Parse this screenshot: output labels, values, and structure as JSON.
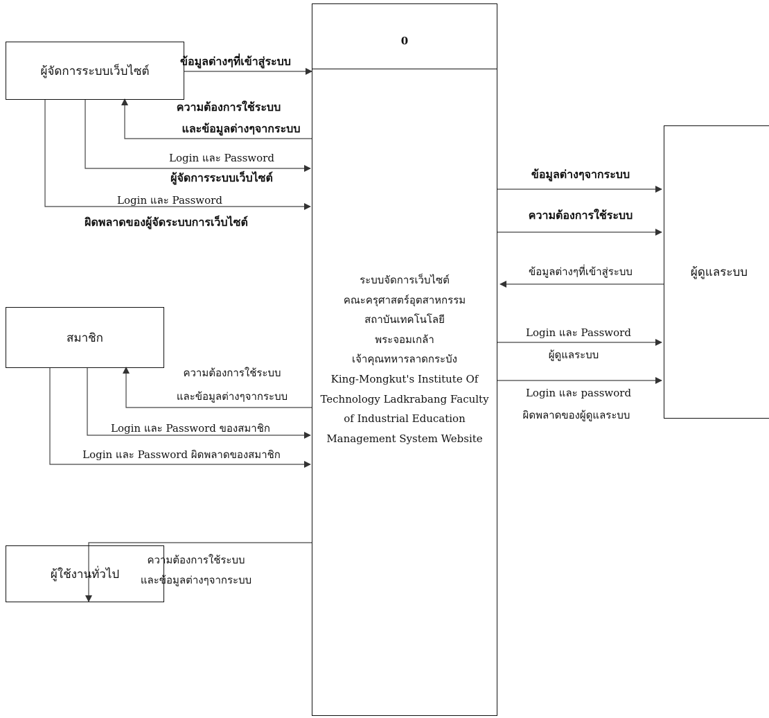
{
  "process": {
    "number": "0",
    "lines": [
      "ระบบจัดการเว็บไซต์",
      "คณะครุศาสตร์อุตสาหกรรม",
      "สถาบันเทคโนโลยี",
      "พระจอมเกล้า",
      "เจ้าคุณทหารลาดกระบัง",
      "King-Mongkut's Institute Of",
      "Technology Ladkrabang Faculty",
      "of Industrial Education",
      "Management System Website"
    ]
  },
  "entities": {
    "admin": "ผู้จัดการระบบเว็บไซต์",
    "member": "สมาชิก",
    "general_user": "ผู้ใช้งานทั่วไป",
    "caretaker": "ผู้ดูแลระบบ"
  },
  "flows": {
    "admin_to_system": "ข้อมูลต่างๆที่เข้าสู่ระบบ",
    "system_to_admin_1": "ความต้องการใช้ระบบ",
    "system_to_admin_2": "และข้อมูลต่างๆจากระบบ",
    "admin_login_1": "Login และ Password",
    "admin_login_2": "ผู้จัดการระบบเว็บไซต์",
    "admin_login_err_1": "Login และ Password",
    "admin_login_err_2": "ผิดพลาดของผู้จัดระบบการเว็บไซต์",
    "system_to_member_1": "ความต้องการใช้ระบบ",
    "system_to_member_2": "และข้อมูลต่างๆจากระบบ",
    "member_login": "Login และ Password ของสมาชิก",
    "member_login_err": "Login และ Password ผิดพลาดของสมาชิก",
    "system_to_user_1": "ความต้องการใช้ระบบ",
    "system_to_user_2": "และข้อมูลต่างๆจากระบบ",
    "system_to_caretaker_data": "ข้อมูลต่างๆจากระบบ",
    "system_to_caretaker_req": "ความต้องการใช้ระบบ",
    "caretaker_to_system": "ข้อมูลต่างๆที่เข้าสู่ระบบ",
    "caretaker_login_1": "Login และ Password",
    "caretaker_login_2": "ผู้ดูแลระบบ",
    "caretaker_login_err_1": "Login และ password",
    "caretaker_login_err_2": "ผิดพลาดของผู้ดูแลระบบ"
  }
}
